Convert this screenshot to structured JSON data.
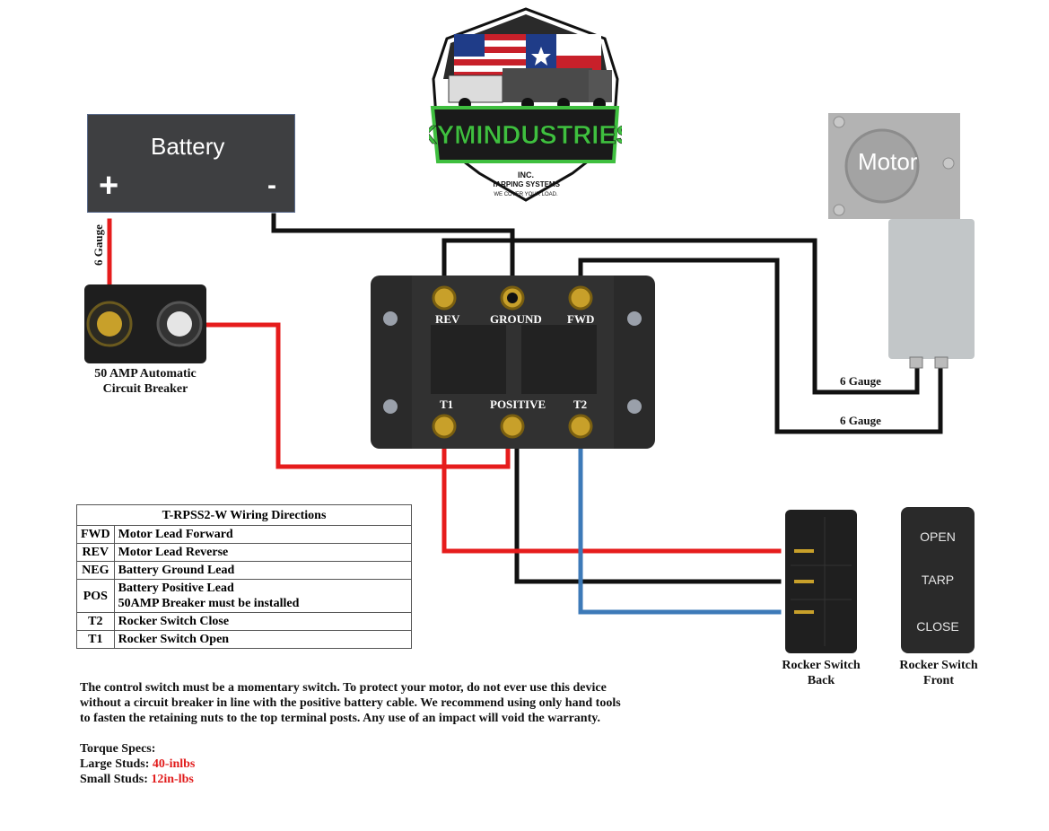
{
  "battery": {
    "title": "Battery",
    "positive": "+",
    "negative": "-"
  },
  "breaker": {
    "label_line1": "50 AMP Automatic",
    "label_line2": "Circuit Breaker"
  },
  "battery_wire_gauge": "6 Gauge",
  "control_box": {
    "terminals_top": [
      "REV",
      "GROUND",
      "FWD"
    ],
    "terminals_bottom": [
      "T1",
      "POSITIVE",
      "T2"
    ]
  },
  "motor": {
    "label": "Motor",
    "wire_gauges": [
      "6 Gauge",
      "6 Gauge"
    ]
  },
  "logo": {
    "name_part1": "KYM",
    "name_part2": "INDUSTRIES",
    "suffix": "INC.",
    "tagline": "TARPING SYSTEMS",
    "slogan": "WE COVER YOUR LOAD."
  },
  "rocker_switch_back": {
    "caption_line1": "Rocker Switch",
    "caption_line2": "Back"
  },
  "rocker_switch_front": {
    "caption_line1": "Rocker Switch",
    "caption_line2": "Front",
    "labels": [
      "OPEN",
      "TARP",
      "CLOSE"
    ]
  },
  "wiring_table": {
    "title": "T-RPSS2-W Wiring Directions",
    "rows": [
      {
        "code": "FWD",
        "desc": "Motor Lead Forward",
        "desc2": ""
      },
      {
        "code": "REV",
        "desc": "Motor Lead Reverse",
        "desc2": ""
      },
      {
        "code": "NEG",
        "desc": "Battery Ground Lead",
        "desc2": ""
      },
      {
        "code": "POS",
        "desc": "Battery Positive Lead",
        "desc2": "50AMP Breaker must be installed"
      },
      {
        "code": "T2",
        "desc": "Rocker Switch Close",
        "desc2": ""
      },
      {
        "code": "T1",
        "desc": "Rocker Switch Open",
        "desc2": ""
      }
    ]
  },
  "notes": {
    "warning_line1": "The control switch must be a momentary switch. To protect your motor, do not ever use this device",
    "warning_line2": "without a circuit breaker in line with the positive battery cable. We recommend using only hand tools",
    "warning_line3": "to fasten the retaining nuts to the top terminal posts. Any use of an impact will void the warranty.",
    "torque_title": "Torque Specs:",
    "large_label": "Large Studs:",
    "large_value": "40-inlbs",
    "small_label": "Small Studs:",
    "small_value": "12in-lbs"
  },
  "colors": {
    "positive_wire": "#e61c1c",
    "negative_wire": "#111111",
    "switch_wire": "#3d7ab8",
    "terminal_gold": "#c8a02a",
    "value_red": "#e11b1b"
  }
}
